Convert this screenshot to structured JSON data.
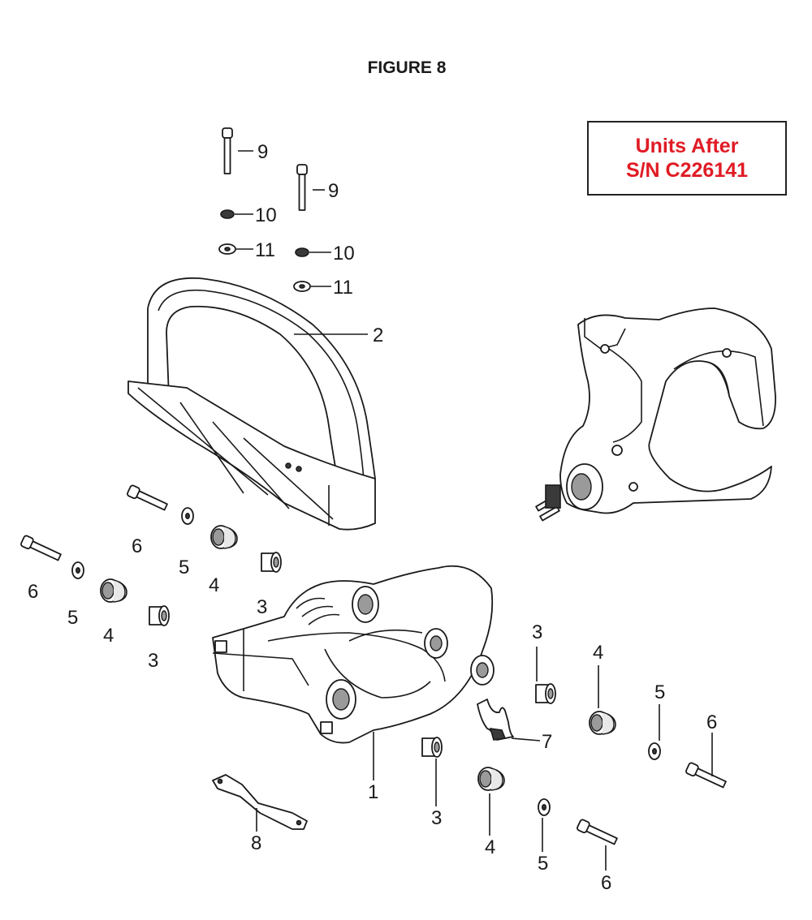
{
  "figure": {
    "title": "FIGURE 8"
  },
  "serial_note": {
    "line1": "Units After",
    "line2": "S/N  C226141",
    "color": "#e01b24"
  },
  "callouts": {
    "c1": "1",
    "c2": "2",
    "c3a": "3",
    "c3b": "3",
    "c3c": "3",
    "c3d": "3",
    "c4a": "4",
    "c4b": "4",
    "c4c": "4",
    "c4d": "4",
    "c5a": "5",
    "c5b": "5",
    "c5c": "5",
    "c5d": "5",
    "c6a": "6",
    "c6b": "6",
    "c6c": "6",
    "c6d": "6",
    "c7": "7",
    "c8": "8",
    "c9a": "9",
    "c9b": "9",
    "c10a": "10",
    "c10b": "10",
    "c11a": "11",
    "c11b": "11"
  }
}
